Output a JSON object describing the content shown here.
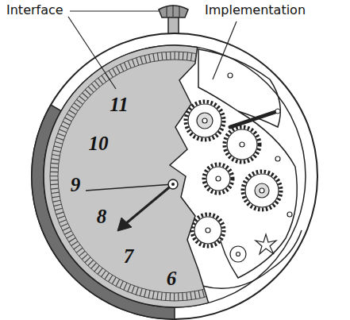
{
  "diagram": {
    "labels": [
      "Interface",
      "Implementation",
      "11",
      "10",
      "9",
      "8",
      "7",
      "6"
    ]
  }
}
